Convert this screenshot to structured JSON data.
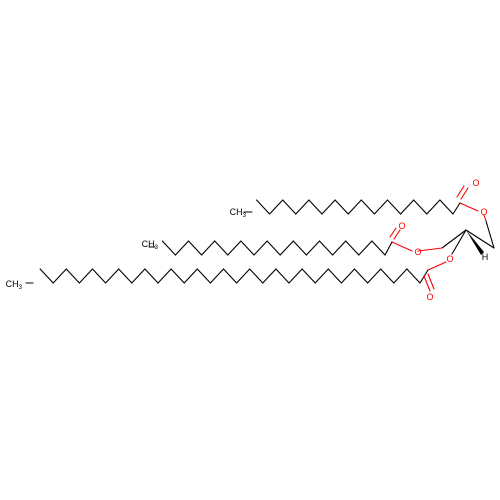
{
  "molecule": {
    "labels": {
      "ch3": "CH",
      "ch3_sub": "3",
      "oxygen": "O",
      "hydrogen": "H"
    },
    "colors": {
      "bond": "#000000",
      "oxygen": "#ff0000",
      "background": "#ffffff"
    }
  }
}
